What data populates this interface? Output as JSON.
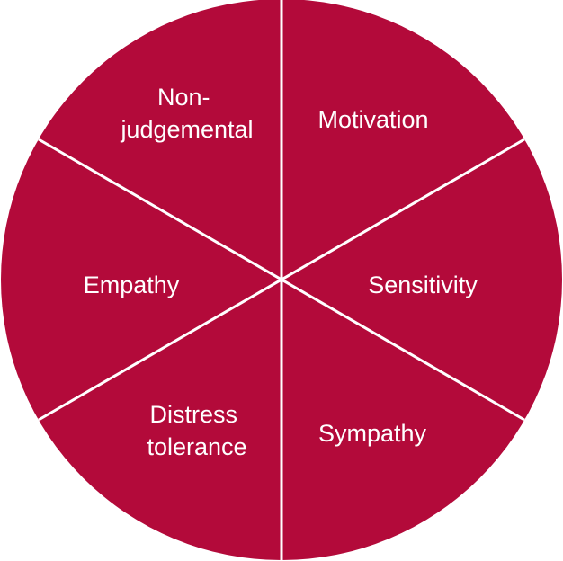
{
  "diagram": {
    "type": "segmented-circle",
    "fill_color": "#b30a3a",
    "divider_color": "#ffffff",
    "segments": [
      {
        "lines": [
          "Motivation"
        ]
      },
      {
        "lines": [
          "Sensitivity"
        ]
      },
      {
        "lines": [
          "Sympathy"
        ]
      },
      {
        "lines": [
          "Distress",
          "tolerance"
        ]
      },
      {
        "lines": [
          "Empathy"
        ]
      },
      {
        "lines": [
          "Non-",
          "judgemental"
        ]
      }
    ]
  }
}
